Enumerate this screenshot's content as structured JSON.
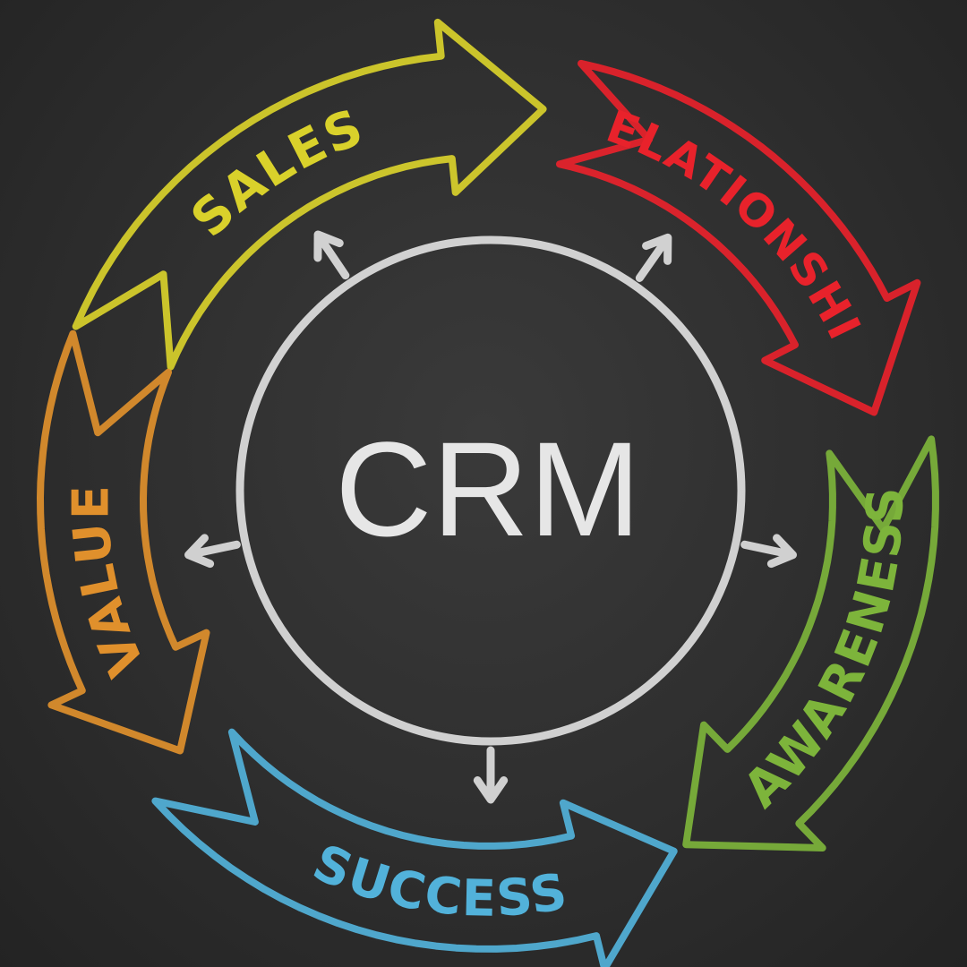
{
  "center": {
    "label": "CRM",
    "color": "#e6e6e6"
  },
  "segments": [
    {
      "label": "SALES",
      "color": "#d9d12b"
    },
    {
      "label": "RELATIONSHIP",
      "color": "#e8222b"
    },
    {
      "label": "AWARENESS",
      "color": "#7db43b"
    },
    {
      "label": "SUCCESS",
      "color": "#52b2da"
    },
    {
      "label": "VALUE",
      "color": "#e0902c"
    }
  ]
}
